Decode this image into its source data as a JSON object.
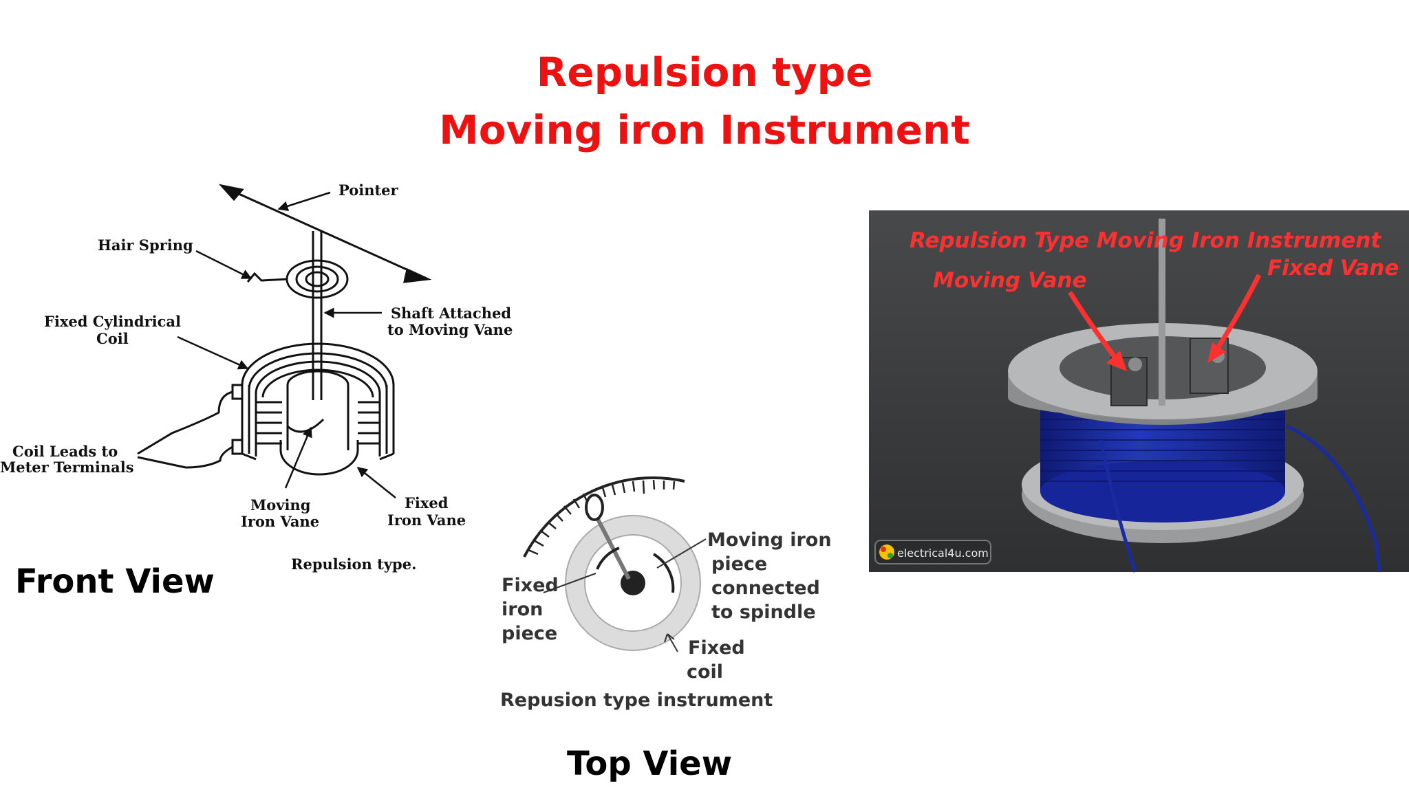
{
  "title": {
    "line1": "Repulsion type",
    "line2": "Moving iron Instrument"
  },
  "front_view": {
    "caption": "Front View",
    "diagram_caption": "Repulsion type.",
    "labels": {
      "pointer": "Pointer",
      "hair_spring": "Hair Spring",
      "fixed_cyl_coil_1": "Fixed Cylindrical",
      "fixed_cyl_coil_2": "Coil",
      "shaft_1": "Shaft Attached",
      "shaft_2": "to Moving Vane",
      "coil_leads_1": "Coil Leads to",
      "coil_leads_2": "Meter Terminals",
      "moving_vane_1": "Moving",
      "moving_vane_2": "Iron Vane",
      "fixed_vane_1": "Fixed",
      "fixed_vane_2": "Iron Vane"
    }
  },
  "top_view": {
    "caption": "Top View",
    "diagram_caption": "Repusion type instrument",
    "labels": {
      "fixed_iron_1": "Fixed",
      "fixed_iron_2": "iron",
      "fixed_iron_3": "piece",
      "moving_iron_1": "Moving iron",
      "moving_iron_2": "piece",
      "moving_iron_3": "connected",
      "moving_iron_4": "to spindle",
      "fixed_coil_1": "Fixed",
      "fixed_coil_2": "coil"
    }
  },
  "photo": {
    "title": "Repulsion Type Moving Iron Instrument",
    "moving_vane": "Moving Vane",
    "fixed_vane": "Fixed Vane",
    "watermark": "electrical4u.com"
  },
  "colors": {
    "title": "#ee1111",
    "photo_bg": "#3a3b3c",
    "coil_blue": "#1c2fa8",
    "photo_label": "#ff3030"
  }
}
